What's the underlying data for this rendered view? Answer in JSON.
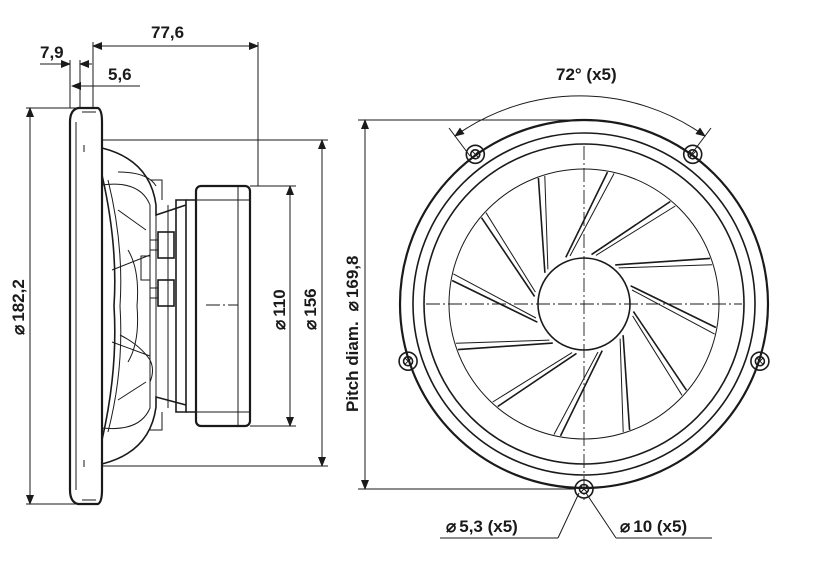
{
  "side_view": {
    "dims": {
      "flange_thickness": "7,9",
      "overall_depth": "77,6",
      "mounting_depth": "5,6",
      "outer_diameter": "182,2",
      "magnet_diameter": "110",
      "rear_diameter": "156"
    }
  },
  "front_view": {
    "bolt_angle": "72° (x5)",
    "pitch_label": "Pitch diam.",
    "pitch_value": "169,8",
    "hole_diameter": "5,3 (x5)",
    "outer_hole_diameter": "10 (x5)",
    "mounting_holes": 5,
    "basket_spokes": 12
  },
  "symbols": {
    "diameter": "⌀"
  }
}
